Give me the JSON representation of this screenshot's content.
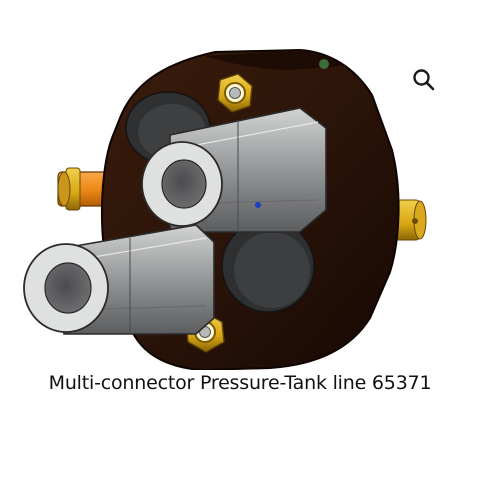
{
  "product": {
    "caption": "Multi-connector Pressure-Tank line 65371",
    "image_alt": "Multi-connector Pressure-Tank line 65371"
  },
  "zoom": {
    "icon": "magnifier-icon",
    "label": "Zoom"
  },
  "colors": {
    "body": "#2b1409",
    "body_edge": "#120702",
    "recess": "#3a3a3c",
    "hex_barrel": "#8f9091",
    "hex_barrel_light": "#c9caca",
    "nut": "#e4b51a",
    "nut_dark": "#9c7308",
    "side_fitting": "#f08d1d",
    "side_fitting_dark": "#b35b08",
    "caption_text": "#111111",
    "background": "#ffffff"
  }
}
